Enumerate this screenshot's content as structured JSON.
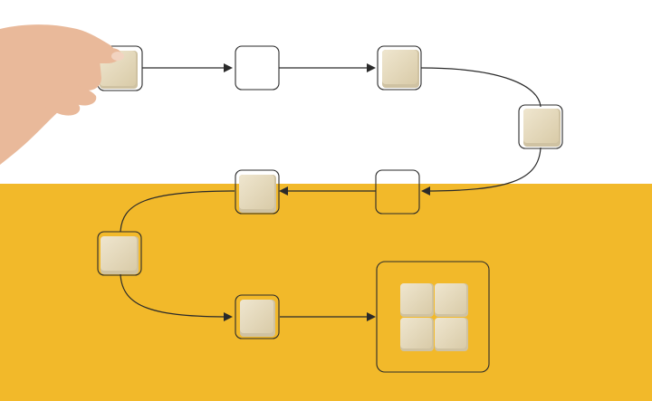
{
  "colors": {
    "background_top": "#ffffff",
    "background_bottom": "#f2b92a",
    "line": "#2a2a2a",
    "block_face": "#e6dcc2",
    "block_side": "#cfc2a2",
    "skin": "#e9b99a"
  },
  "scene": {
    "description_icon": "process-flow-blocks",
    "nodes": [
      {
        "id": "node-1",
        "filled": true
      },
      {
        "id": "node-2",
        "filled": false
      },
      {
        "id": "node-3",
        "filled": true
      },
      {
        "id": "node-4",
        "filled": true
      },
      {
        "id": "node-5",
        "filled": false
      },
      {
        "id": "node-6",
        "filled": true
      },
      {
        "id": "node-7",
        "filled": true
      },
      {
        "id": "node-8",
        "filled": true
      },
      {
        "id": "node-9-goal",
        "filled": true,
        "blocks": 4
      }
    ]
  }
}
